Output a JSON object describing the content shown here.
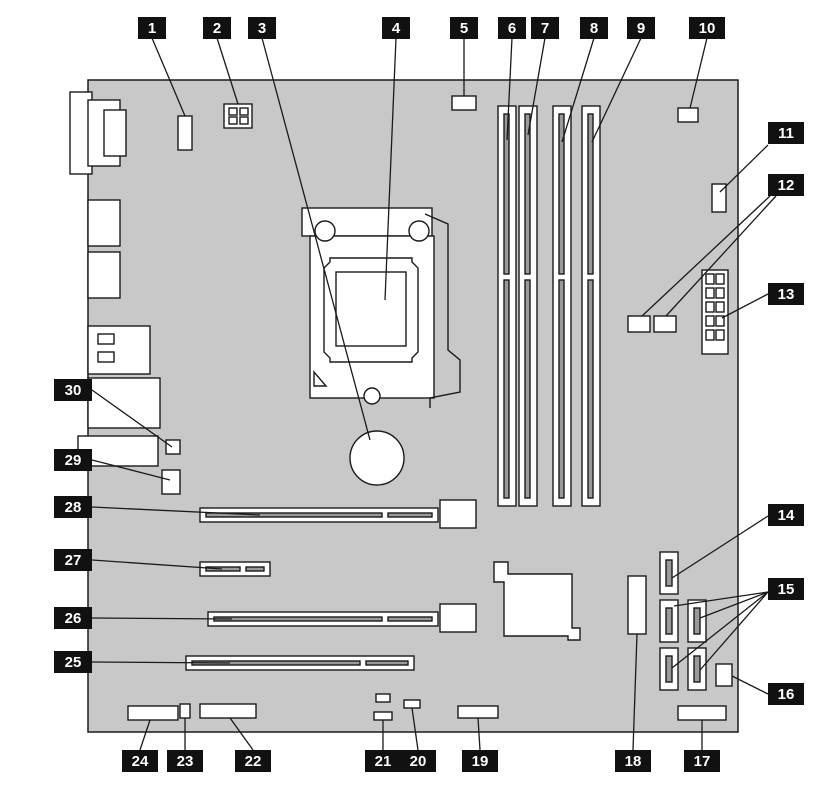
{
  "callouts": [
    "1",
    "2",
    "3",
    "4",
    "5",
    "6",
    "7",
    "8",
    "9",
    "10",
    "11",
    "12",
    "13",
    "14",
    "15",
    "16",
    "17",
    "18",
    "19",
    "20",
    "21",
    "22",
    "23",
    "24",
    "25",
    "26",
    "27",
    "28",
    "29",
    "30"
  ],
  "colors": {
    "board": "#c8c8c8",
    "badge": "#111111",
    "badge_text": "#ffffff",
    "outline": "#1a1a1a"
  }
}
